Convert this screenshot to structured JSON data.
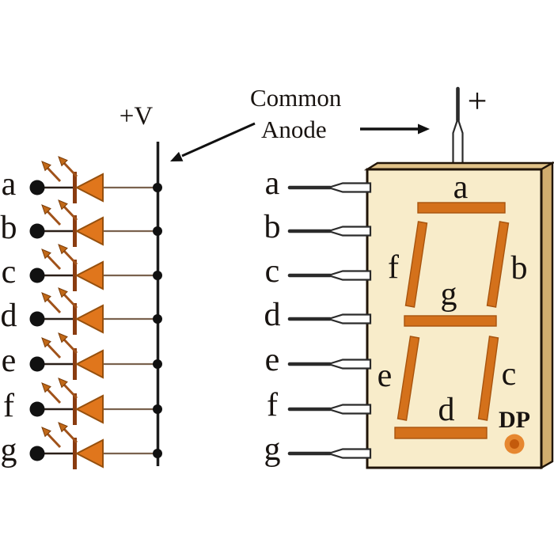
{
  "left_panel": {
    "supply_label": "+V",
    "led_labels": [
      "a",
      "b",
      "c",
      "d",
      "e",
      "f",
      "g"
    ]
  },
  "callout": {
    "line1": "Common",
    "line2": "Anode"
  },
  "display": {
    "pin_labels": [
      "a",
      "b",
      "c",
      "d",
      "e",
      "f",
      "g"
    ],
    "anode_label": "+",
    "segment_labels": {
      "a": "a",
      "b": "b",
      "c": "c",
      "d": "d",
      "e": "e",
      "f": "f",
      "g": "g"
    },
    "dp_label": "DP"
  },
  "colors": {
    "led_fill": "#e0761c",
    "led_stroke": "#96500e",
    "cathode_bar": "#8a3c10",
    "segment_fill": "#d4711b",
    "package_face": "#f8ecca",
    "package_top": "#e0c288",
    "package_side": "#d2ad6e",
    "dp_outer": "#e68730",
    "dp_inner": "#c35a0c"
  }
}
